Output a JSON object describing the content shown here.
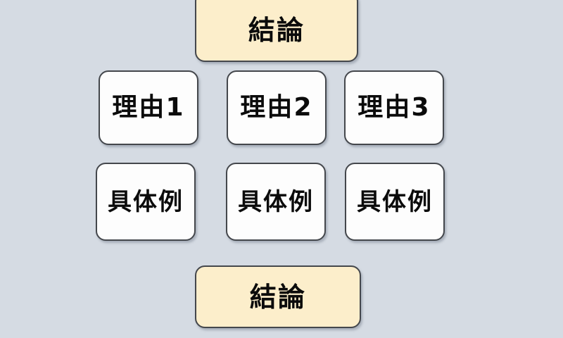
{
  "diagram": {
    "type": "essay-structure-hamburger",
    "background_color": "#d5dbe3",
    "accent_color": "#fceecb",
    "box_color": "#fdfdfd",
    "border_color": "#44474c",
    "text_color": "#0b0b0b",
    "nodes": {
      "conclusion_top": {
        "label": "結論"
      },
      "reasons": [
        {
          "label": "理由1"
        },
        {
          "label": "理由2"
        },
        {
          "label": "理由3"
        }
      ],
      "examples": [
        {
          "label": "具体例"
        },
        {
          "label": "具体例"
        },
        {
          "label": "具体例"
        }
      ],
      "conclusion_bottom": {
        "label": "結論"
      }
    }
  }
}
